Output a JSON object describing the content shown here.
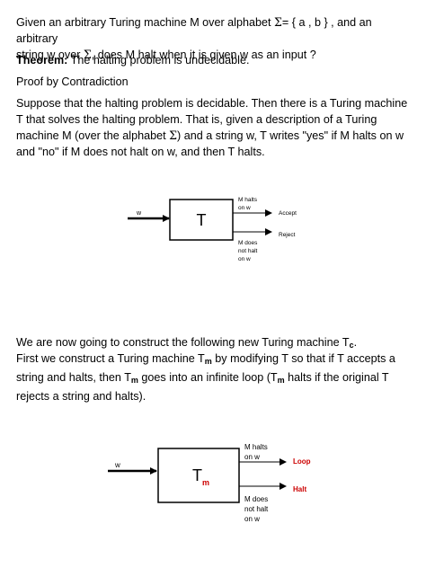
{
  "intro": {
    "line1_a": "Given an arbitrary Turing machine M over alphabet ",
    "sigma": "Σ",
    "line1_b": "= { a , b } , and an arbitrary",
    "line2_a": "string w over ",
    "line2_b": ", does M halt when it is given w as an input ?"
  },
  "theorem": {
    "label": "Theorem:",
    "text": " The halting problem is undecidable."
  },
  "proof_title": "Proof by Contradiction",
  "suppose": {
    "text_a": "Suppose that the halting problem is decidable. Then there is a Turing machine T that solves the halting problem. That is, given a description of a Turing machine M (over the alphabet ",
    "text_b": ") and a string w, T writes \"yes\" if M halts on w and \"no\" if M does not halt on w, and then T halts."
  },
  "diagram1": {
    "input_label": "w",
    "box_label": "T",
    "halts_line1": "M halts",
    "halts_line2": "on w",
    "accept": "Accept",
    "reject": "Reject",
    "nohalt_line1": "M does",
    "nohalt_line2": "not halt",
    "nohalt_line3": "on w"
  },
  "construct": {
    "line1_a": "We are now going to construct the following new Turing machine T",
    "line1_sub": "c",
    "line1_b": ".",
    "p2_a": "First we construct a Turing machine T",
    "p2_sub1": "m",
    "p2_b": " by modifying T so that if T accepts a string and halts, then T",
    "p2_sub2": "m",
    "p2_c": " goes into an infinite loop (T",
    "p2_sub3": "m",
    "p2_d": " halts if the original T rejects a string and halts)."
  },
  "diagram2": {
    "input_label": "w",
    "box_label": "T",
    "box_sub": "m",
    "halts_line1": "M halts",
    "halts_line2": "on w",
    "loop": "Loop",
    "halt": "Halt",
    "nohalt_line1": "M does",
    "nohalt_line2": "not halt",
    "nohalt_line3": "on w",
    "accent_color": "#cc0000"
  }
}
